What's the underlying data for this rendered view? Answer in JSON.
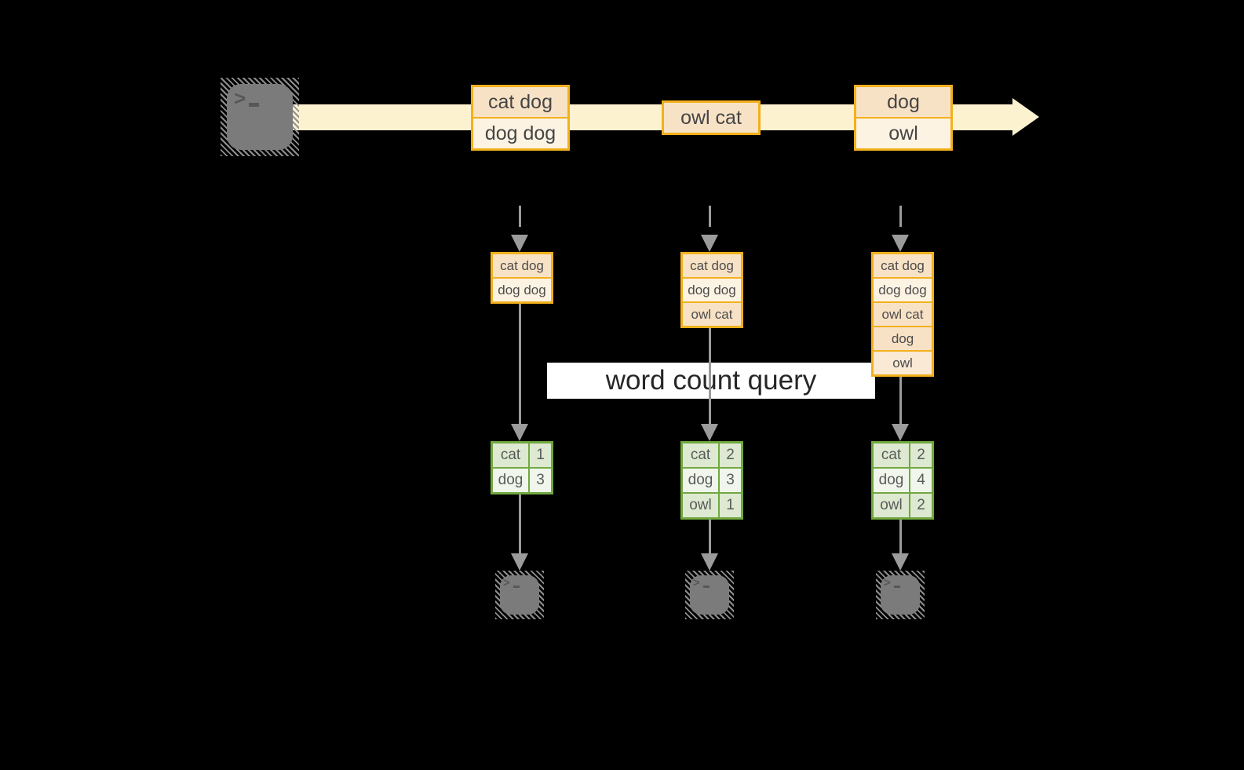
{
  "diagram": {
    "query_label": "word count query",
    "terminal_prompt": ">",
    "stream": {
      "records": [
        {
          "lines": [
            "cat dog",
            "dog dog"
          ]
        },
        {
          "lines": [
            "owl cat"
          ]
        },
        {
          "lines": [
            "dog",
            "owl"
          ]
        }
      ]
    },
    "buffers": [
      {
        "items": [
          "cat dog",
          "dog dog"
        ]
      },
      {
        "items": [
          "cat dog",
          "dog dog",
          "owl cat"
        ]
      },
      {
        "items": [
          "cat dog",
          "dog dog",
          "owl cat",
          "dog",
          "owl"
        ]
      }
    ],
    "count_tables": [
      {
        "rows": [
          [
            "cat",
            "1"
          ],
          [
            "dog",
            "3"
          ]
        ]
      },
      {
        "rows": [
          [
            "cat",
            "2"
          ],
          [
            "dog",
            "3"
          ],
          [
            "owl",
            "1"
          ]
        ]
      },
      {
        "rows": [
          [
            "cat",
            "2"
          ],
          [
            "dog",
            "4"
          ],
          [
            "owl",
            "2"
          ]
        ]
      }
    ],
    "colors": {
      "accent_orange": "#f2b01c",
      "cell_peach": "#f8e2c6",
      "cell_cream": "#fdf3e3",
      "stream_band": "#fdf2d0",
      "accent_green": "#71a83f",
      "cell_green_light": "#dde9d0",
      "cell_green_pale": "#f1f6ec",
      "arrow_gray": "#9b9b9b",
      "terminal_gray": "#7b7b7b",
      "banner_bg": "#ffffff",
      "background": "#000000"
    }
  }
}
